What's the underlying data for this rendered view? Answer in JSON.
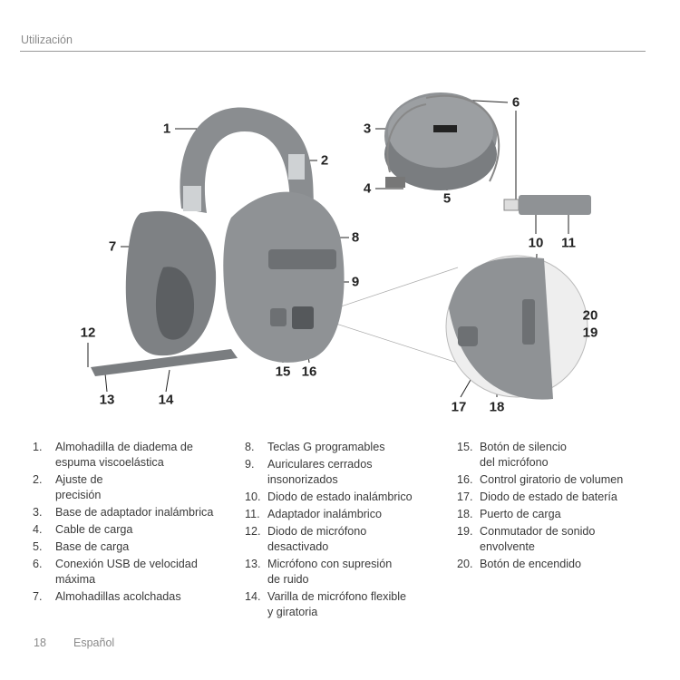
{
  "header": {
    "section": "Utilización"
  },
  "callouts": [
    "1",
    "2",
    "3",
    "4",
    "5",
    "6",
    "7",
    "8",
    "9",
    "10",
    "11",
    "12",
    "13",
    "14",
    "15",
    "16",
    "17",
    "18",
    "19",
    "20"
  ],
  "legend": {
    "col1": [
      {
        "num": "1.",
        "text": "Almohadilla de diadema de\nespuma viscoelástica"
      },
      {
        "num": "2.",
        "text": "Ajuste de\nprecisión"
      },
      {
        "num": "3.",
        "text": "Base de adaptador inalámbrica"
      },
      {
        "num": "4.",
        "text": "Cable de carga"
      },
      {
        "num": "5.",
        "text": "Base de carga"
      },
      {
        "num": "6.",
        "text": "Conexión USB de velocidad\nmáxima"
      },
      {
        "num": "7.",
        "text": "Almohadillas acolchadas"
      }
    ],
    "col2": [
      {
        "num": "8.",
        "text": "Teclas G programables"
      },
      {
        "num": "9.",
        "text": "Auriculares cerrados\ninsonorizados"
      },
      {
        "num": "10.",
        "text": "Diodo de estado inalámbrico"
      },
      {
        "num": "11.",
        "text": "Adaptador inalámbrico"
      },
      {
        "num": "12.",
        "text": "Diodo de micrófono\ndesactivado"
      },
      {
        "num": "13.",
        "text": "Micrófono con supresión\nde ruido"
      },
      {
        "num": "14.",
        "text": "Varilla de micrófono flexible\ny giratoria"
      }
    ],
    "col3": [
      {
        "num": "15.",
        "text": "Botón de silencio\ndel micrófono"
      },
      {
        "num": "16.",
        "text": "Control giratorio de volumen"
      },
      {
        "num": "17.",
        "text": "Diodo de estado de batería"
      },
      {
        "num": "18.",
        "text": "Puerto de carga"
      },
      {
        "num": "19.",
        "text": "Conmutador de sonido\nenvolvente"
      },
      {
        "num": "20.",
        "text": "Botón de encendido"
      }
    ]
  },
  "footer": {
    "page": "18",
    "language": "Español"
  }
}
